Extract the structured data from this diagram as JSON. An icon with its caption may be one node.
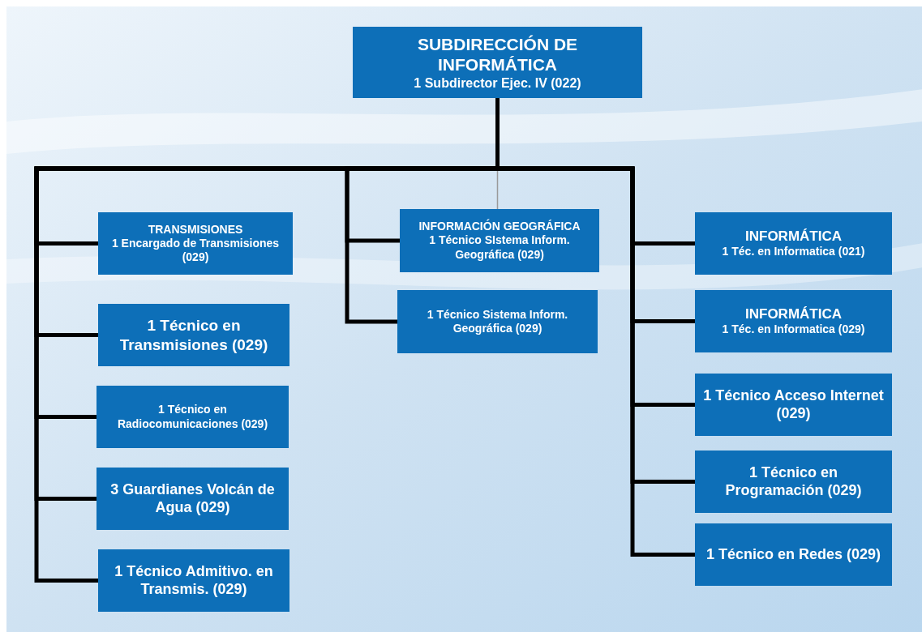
{
  "diagram": {
    "nodes": [
      {
        "text": [
          "SUBDIRECCIÓN DE INFORMÁTICA",
          "1 Subdirector Ejec. IV (022)"
        ]
      },
      {
        "text": [
          "TRANSMISIONES",
          "1 Encargado de Transmisiones (029)"
        ]
      },
      {
        "text": [
          "1 Técnico en Transmisiones (029)"
        ]
      },
      {
        "text": [
          "1 Técnico en Radiocomunicaciones (029)"
        ]
      },
      {
        "text": [
          "3 Guardianes Volcán de Agua (029)"
        ]
      },
      {
        "text": [
          "1 Técnico Admitivo. en Transmis. (029)"
        ]
      },
      {
        "text": [
          "INFORMACIÓN GEOGRÁFICA",
          "1 Técnico SIstema Inform. Geográfica (029)"
        ]
      },
      {
        "text": [
          "1 Técnico Sistema Inform. Geográfica (029)"
        ]
      },
      {
        "text": [
          "INFORMÁTICA",
          "1 Téc. en Informatica (021)"
        ]
      },
      {
        "text": [
          "INFORMÁTICA",
          "1 Téc. en Informatica (029)"
        ]
      },
      {
        "text": [
          "1 Técnico Acceso Internet (029)"
        ]
      },
      {
        "text": [
          "1 Técnico en Programación (029)"
        ]
      },
      {
        "text": [
          "1 Técnico en Redes (029)"
        ]
      }
    ],
    "edges": [
      {
        "from": 0,
        "to": 1,
        "arrow": "none"
      },
      {
        "from": 0,
        "to": 2,
        "arrow": "none"
      },
      {
        "from": 0,
        "to": 3,
        "arrow": "none"
      },
      {
        "from": 0,
        "to": 4,
        "arrow": "none"
      },
      {
        "from": 0,
        "to": 5,
        "arrow": "none"
      },
      {
        "from": 0,
        "to": 6,
        "arrow": "none"
      },
      {
        "from": 0,
        "to": 7,
        "arrow": "none"
      },
      {
        "from": 0,
        "to": 6,
        "arrow": "none",
        "color": "#9a9a9a"
      },
      {
        "from": 0,
        "to": 8,
        "arrow": "none"
      },
      {
        "from": 0,
        "to": 9,
        "arrow": "none"
      },
      {
        "from": 0,
        "to": 10,
        "arrow": "none"
      },
      {
        "from": 0,
        "to": 11,
        "arrow": "none"
      },
      {
        "from": 0,
        "to": 12,
        "arrow": "none"
      }
    ]
  }
}
